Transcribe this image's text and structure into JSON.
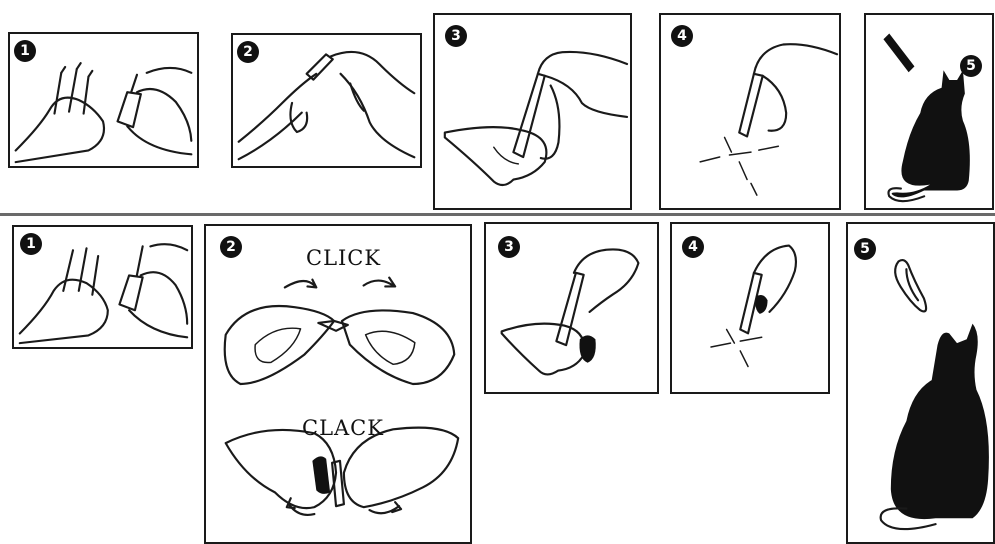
{
  "top_row": {
    "steps": [
      {
        "number": "1"
      },
      {
        "number": "2"
      },
      {
        "number": "3"
      },
      {
        "number": "4"
      },
      {
        "number": "5"
      }
    ]
  },
  "bottom_row": {
    "steps": [
      {
        "number": "1"
      },
      {
        "number": "2",
        "label_top": "CLICK",
        "label_bottom": "CLACK"
      },
      {
        "number": "3"
      },
      {
        "number": "4"
      },
      {
        "number": "5"
      }
    ]
  },
  "colors": {
    "ink": "#111111",
    "divider": "#6a6a6a",
    "background": "#ffffff"
  }
}
